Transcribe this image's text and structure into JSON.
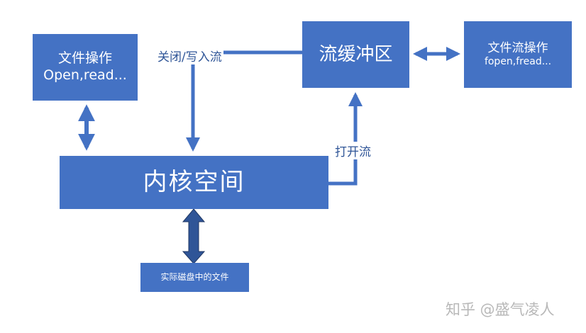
{
  "nodes": {
    "file_ops": {
      "line1": "文件操作",
      "line2": "Open,read..."
    },
    "buffer": {
      "label": "流缓冲区"
    },
    "stream_ops": {
      "line1": "文件流操作",
      "line2": "fopen,fread..."
    },
    "kernel": {
      "label": "内核空间"
    },
    "disk_file": {
      "label": "实际磁盘中的文件"
    }
  },
  "edges": {
    "close_write": "关闭/写入流",
    "open_stream": "打开流"
  },
  "watermark": "知乎 @盛气凌人",
  "colors": {
    "box_fill": "#4472c4",
    "arrow": "#4472c4",
    "arrow_dark": "#2f5597",
    "label_text": "#2f5597"
  }
}
